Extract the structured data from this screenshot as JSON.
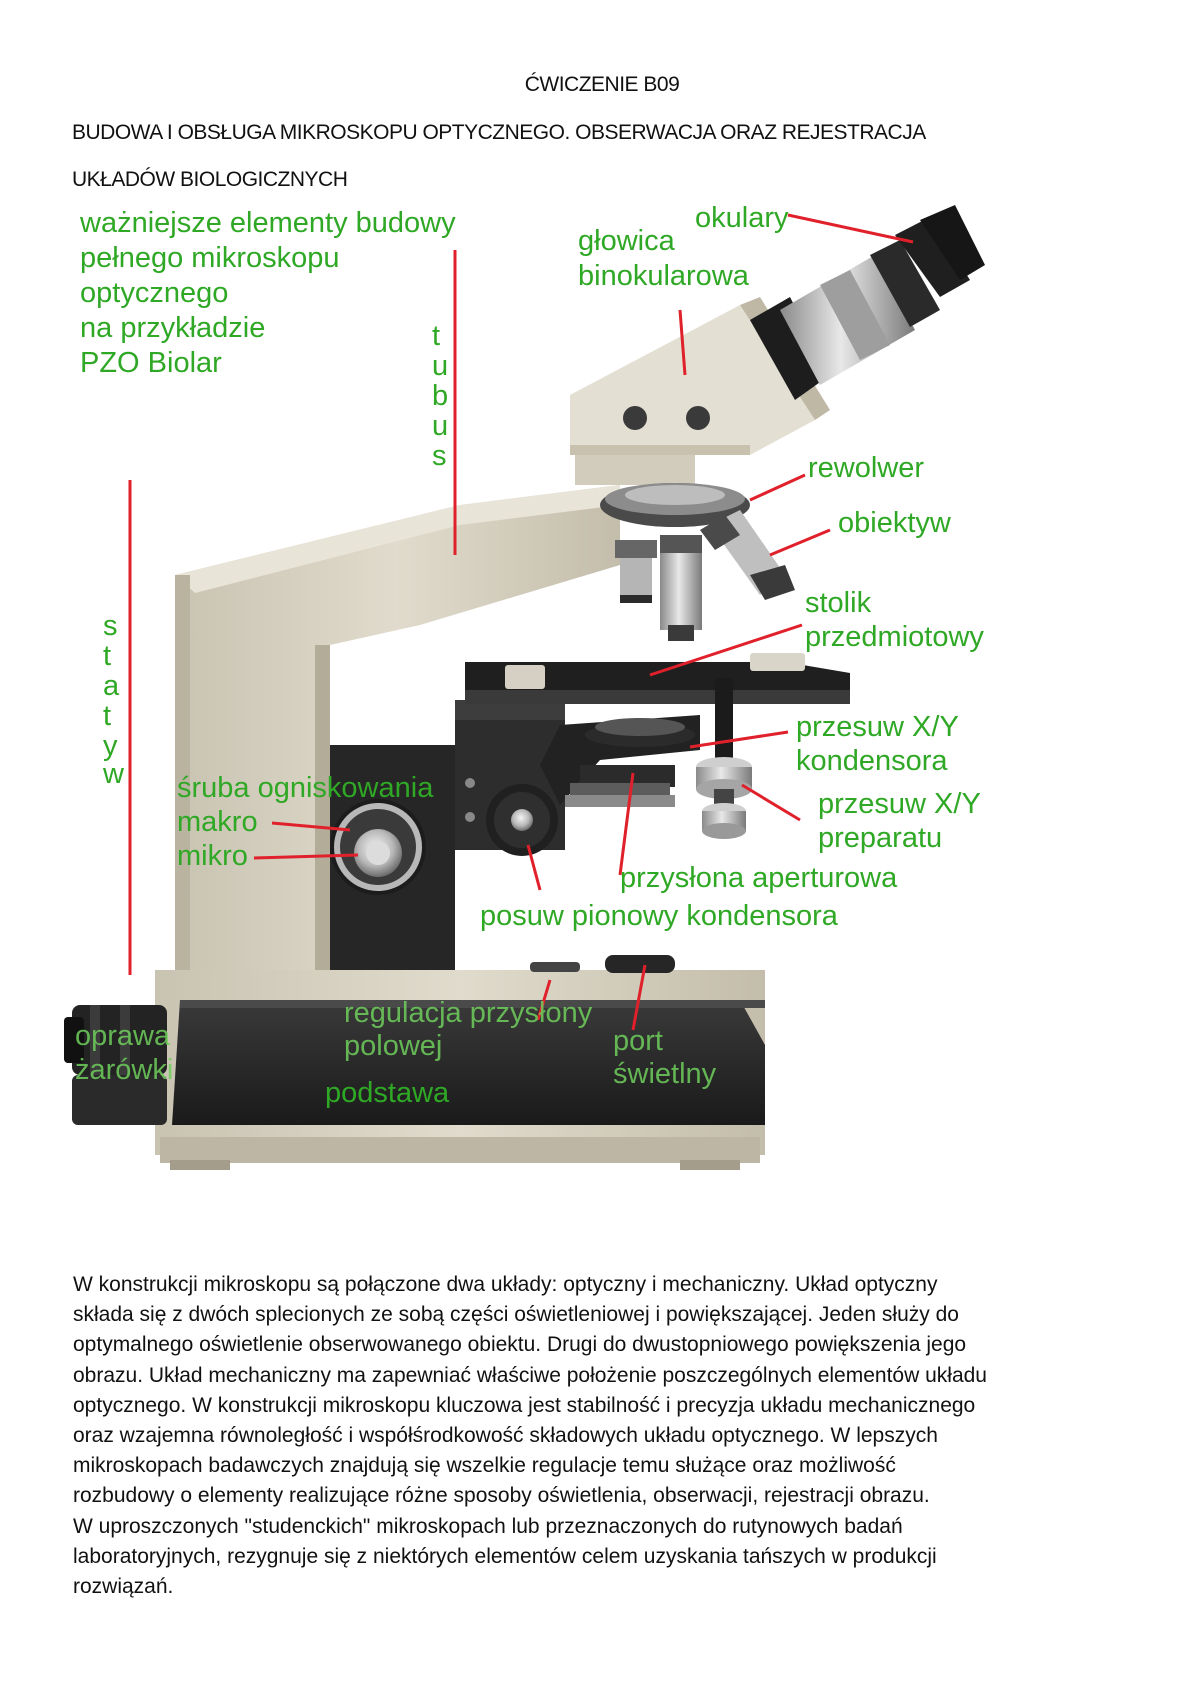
{
  "header": {
    "title": "ĆWICZENIE B09",
    "subtitle_line1": "BUDOWA I OBSŁUGA MIKROSKOPU OPTYCZNEGO. OBSERWACJA ORAZ REJESTRACJA",
    "subtitle_line2": "UKŁADÓW BIOLOGICZNYCH"
  },
  "figure": {
    "intro": [
      "ważniejsze elementy budowy",
      "pełnego mikroskopu",
      "optycznego",
      "na przykładzie",
      "PZO Biolar"
    ],
    "tubus_letters": [
      "t",
      "u",
      "b",
      "u",
      "s"
    ],
    "statyw_letters": [
      "s",
      "t",
      "a",
      "t",
      "y",
      "w"
    ],
    "labels": {
      "okulary": "okulary",
      "glowica_1": "głowica",
      "glowica_2": "binokularowa",
      "rewolwer": "rewolwer",
      "obiektyw": "obiektyw",
      "stolik_1": "stolik",
      "stolik_2": "przedmiotowy",
      "kondensor_xy_1": "przesuw X/Y",
      "kondensor_xy_2": "kondensora",
      "preparat_xy_1": "przesuw X/Y",
      "preparat_xy_2": "preparatu",
      "sruba": "śruba ogniskowania",
      "makro": "makro",
      "mikro": "mikro",
      "przyslona": "przysłona aperturowa",
      "posuw": "posuw pionowy kondensora",
      "regulacja_1": "regulacja przysłony",
      "regulacja_2": "polowej",
      "port_1": "port",
      "port_2": "świetlny",
      "oprawa_1": "oprawa",
      "oprawa_2": "żarówki",
      "podstawa": "podstawa"
    },
    "colors": {
      "label_green": "#2fa825",
      "pointer_red": "#e0202a",
      "stand_beige": "#d8d2c2",
      "dark_parts": "#2b2b2b"
    }
  },
  "body_text": [
    "W konstrukcji mikroskopu są połączone dwa układy: optyczny i mechaniczny. Układ optyczny",
    "składa się z dwóch splecionych ze sobą części oświetleniowej i powiększającej. Jeden służy do",
    "optymalnego oświetlenie obserwowanego obiektu. Drugi do dwustopniowego powiększenia jego",
    "obrazu. Układ mechaniczny ma zapewniać właściwe położenie poszczególnych elementów układu",
    "optycznego. W konstrukcji mikroskopu kluczowa jest stabilność i precyzja układu mechanicznego",
    "oraz wzajemna równoległość i współśrodkowość składowych układu optycznego. W lepszych",
    "mikroskopach badawczych znajdują się wszelkie regulacje temu służące oraz możliwość",
    "rozbudowy o elementy realizujące różne sposoby oświetlenia, obserwacji, rejestracji obrazu.",
    "W uproszczonych \"studenckich\" mikroskopach lub przeznaczonych do rutynowych badań",
    "laboratoryjnych, rezygnuje się z niektórych elementów celem uzyskania tańszych w produkcji",
    "rozwiązań."
  ]
}
